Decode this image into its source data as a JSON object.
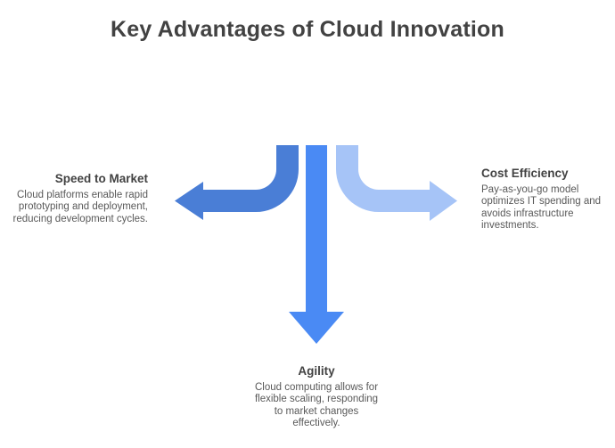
{
  "title": "Key Advantages of Cloud Innovation",
  "colors": {
    "speed_arrow": "#4a7ed6",
    "agility_arrow": "#4a8af4",
    "cost_arrow": "#a6c4f7",
    "heading_text": "#424242",
    "body_text": "#595959"
  },
  "items": {
    "speed": {
      "heading": "Speed to Market",
      "description_lines": [
        "Cloud platforms enable rapid",
        "prototyping and deployment,",
        "reducing development cycles."
      ],
      "arrow_direction": "left"
    },
    "cost": {
      "heading": "Cost Efficiency",
      "description_lines": [
        "Pay-as-you-go model",
        "optimizes IT spending and",
        "avoids infrastructure",
        "investments."
      ],
      "arrow_direction": "right"
    },
    "agility": {
      "heading": "Agility",
      "description_lines": [
        "Cloud computing allows for",
        "flexible scaling, responding",
        "to market changes",
        "effectively."
      ],
      "arrow_direction": "down"
    }
  }
}
